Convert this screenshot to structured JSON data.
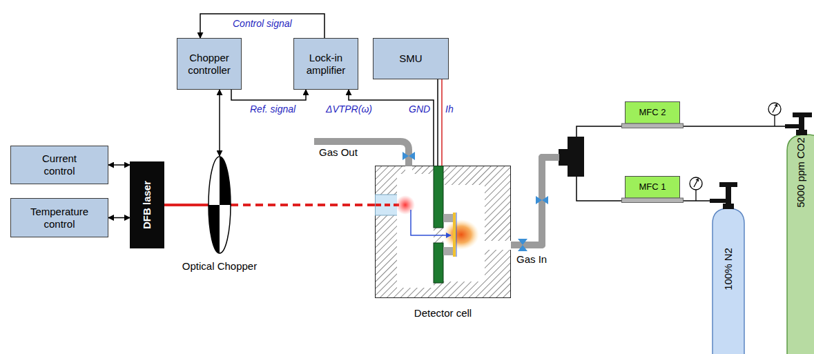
{
  "diagram": {
    "nodes": [
      {
        "text": [
          "Current control"
        ]
      },
      {
        "text": [
          "Temperature control"
        ]
      },
      {
        "text": [
          "DFB laser"
        ]
      },
      {
        "text": [
          "Optical Chopper"
        ]
      },
      {
        "text": [
          "Chopper controller"
        ]
      },
      {
        "text": [
          "Lock-in amplifier"
        ]
      },
      {
        "text": [
          "SMU"
        ]
      },
      {
        "text": [
          "Detector cell"
        ]
      },
      {
        "text": [
          "MFC 2"
        ]
      },
      {
        "text": [
          "MFC 1"
        ]
      },
      {
        "text": [
          "100% N2"
        ]
      },
      {
        "text": [
          "5000 ppm CO2"
        ]
      }
    ],
    "edges": [
      {
        "from": 0,
        "to": 2,
        "arrow": "both"
      },
      {
        "from": 1,
        "to": 2,
        "arrow": "both"
      },
      {
        "from": 4,
        "to": 3,
        "arrow": "both"
      },
      {
        "from": 4,
        "to": 5,
        "arrow": "to",
        "label": "Ref. signal"
      },
      {
        "from": 5,
        "to": 4,
        "arrow": "to",
        "label": "Control signal"
      },
      {
        "from": 7,
        "to": 5,
        "arrow": "to",
        "label": "ΔVTPR(ω)"
      },
      {
        "from": 6,
        "to": 7,
        "arrow": "none"
      },
      {
        "from": 11,
        "to": 8,
        "arrow": "none"
      },
      {
        "from": 10,
        "to": 9,
        "arrow": "none"
      },
      {
        "from": 8,
        "to": 7,
        "arrow": "none"
      },
      {
        "from": 9,
        "to": 7,
        "arrow": "none"
      }
    ],
    "labels": [
      "GND",
      "Ih",
      "Gas Out",
      "Gas In"
    ]
  }
}
